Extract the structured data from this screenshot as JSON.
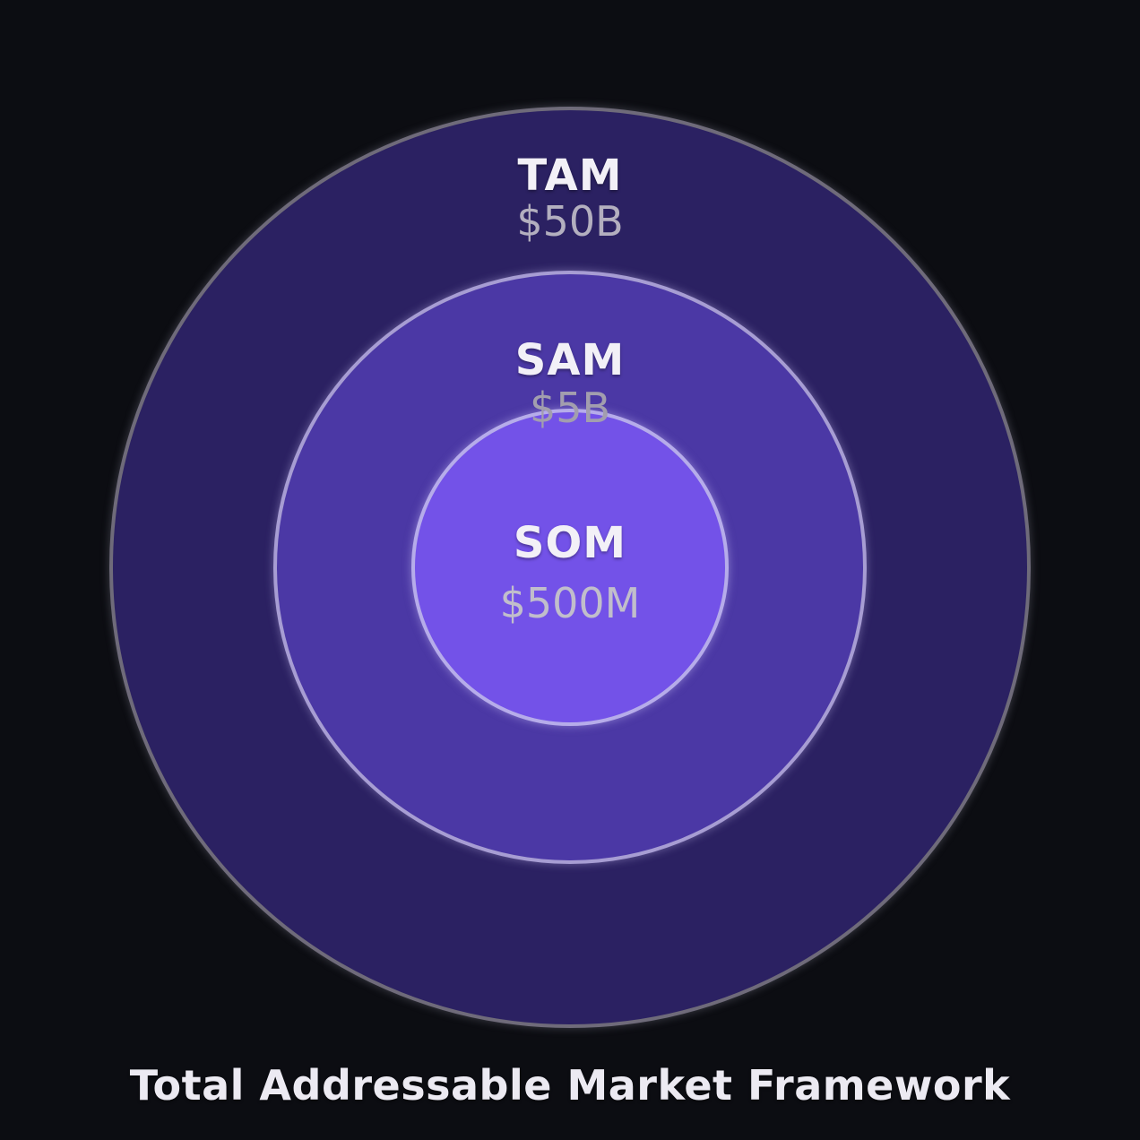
{
  "title": "Total Addressable Market Framework",
  "colors": {
    "background": "#0c0d12",
    "label_text": "#f2f0f7",
    "title_text": "#eceaf2",
    "tam_fill": "#2b2162",
    "tam_border": "#6f6b7a",
    "tam_value_color": "#b3afbf",
    "sam_fill": "#4b38a5",
    "sam_border": "#a79dd3",
    "sam_value_color": "#a29eae",
    "som_fill": "#7352e8",
    "som_border": "#b6acea",
    "som_value_color": "#c1becb"
  },
  "rings": [
    {
      "id": "tam",
      "label": "TAM",
      "value": "$50B"
    },
    {
      "id": "sam",
      "label": "SAM",
      "value": "$5B"
    },
    {
      "id": "som",
      "label": "SOM",
      "value": "$500M"
    }
  ]
}
